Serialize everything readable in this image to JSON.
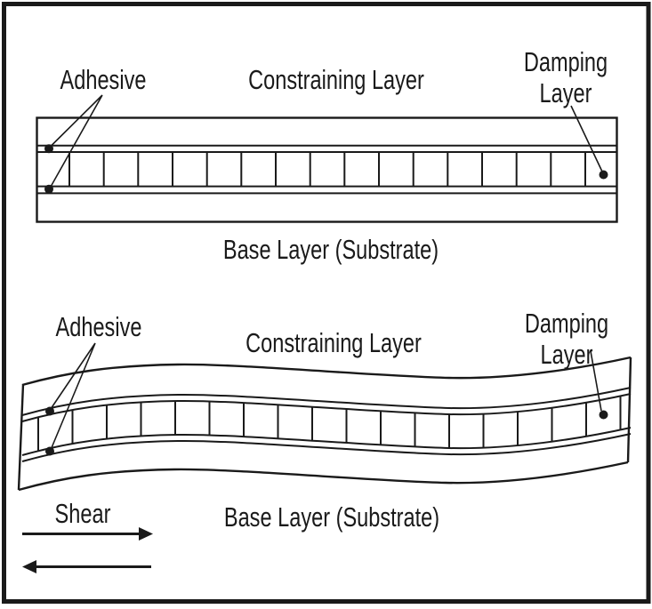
{
  "figure": {
    "description_tag": "constrained-layer-damping-cross-sections"
  },
  "flat_diagram": {
    "adhesive_label": "Adhesive",
    "constraining_label": "Constraining Layer",
    "damping_label": "Damping\nLayer",
    "base_label": "Base Layer (Substrate)"
  },
  "sheared_diagram": {
    "adhesive_label": "Adhesive",
    "constraining_label": "Constraining Layer",
    "damping_label": "Damping\nLayer",
    "base_label": "Base Layer (Substrate)",
    "shear_label": "Shear"
  },
  "colors": {
    "line": "#1a1a1a",
    "background": "#ffffff"
  }
}
